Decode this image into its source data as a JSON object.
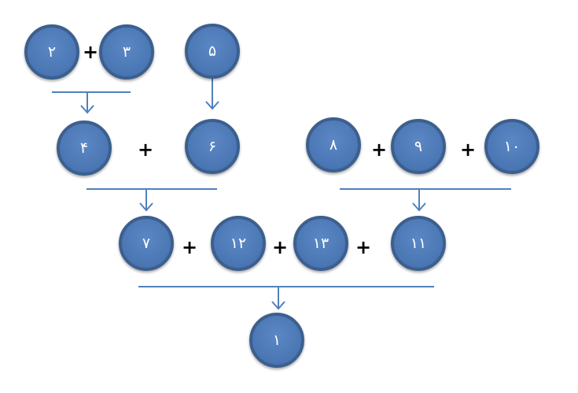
{
  "nodes": {
    "n2": "۲",
    "n3": "۳",
    "n5": "۵",
    "n4": "۴",
    "n6": "۶",
    "n8": "۸",
    "n9": "۹",
    "n10": "۱۰",
    "n7": "۷",
    "n12": "۱۲",
    "n13": "۱۳",
    "n11": "۱۱",
    "n1": "۱"
  },
  "operator": "+",
  "colors": {
    "node_fill": "#4a76b4",
    "node_border": "#3c5f8e",
    "connector": "#4f81bd"
  }
}
